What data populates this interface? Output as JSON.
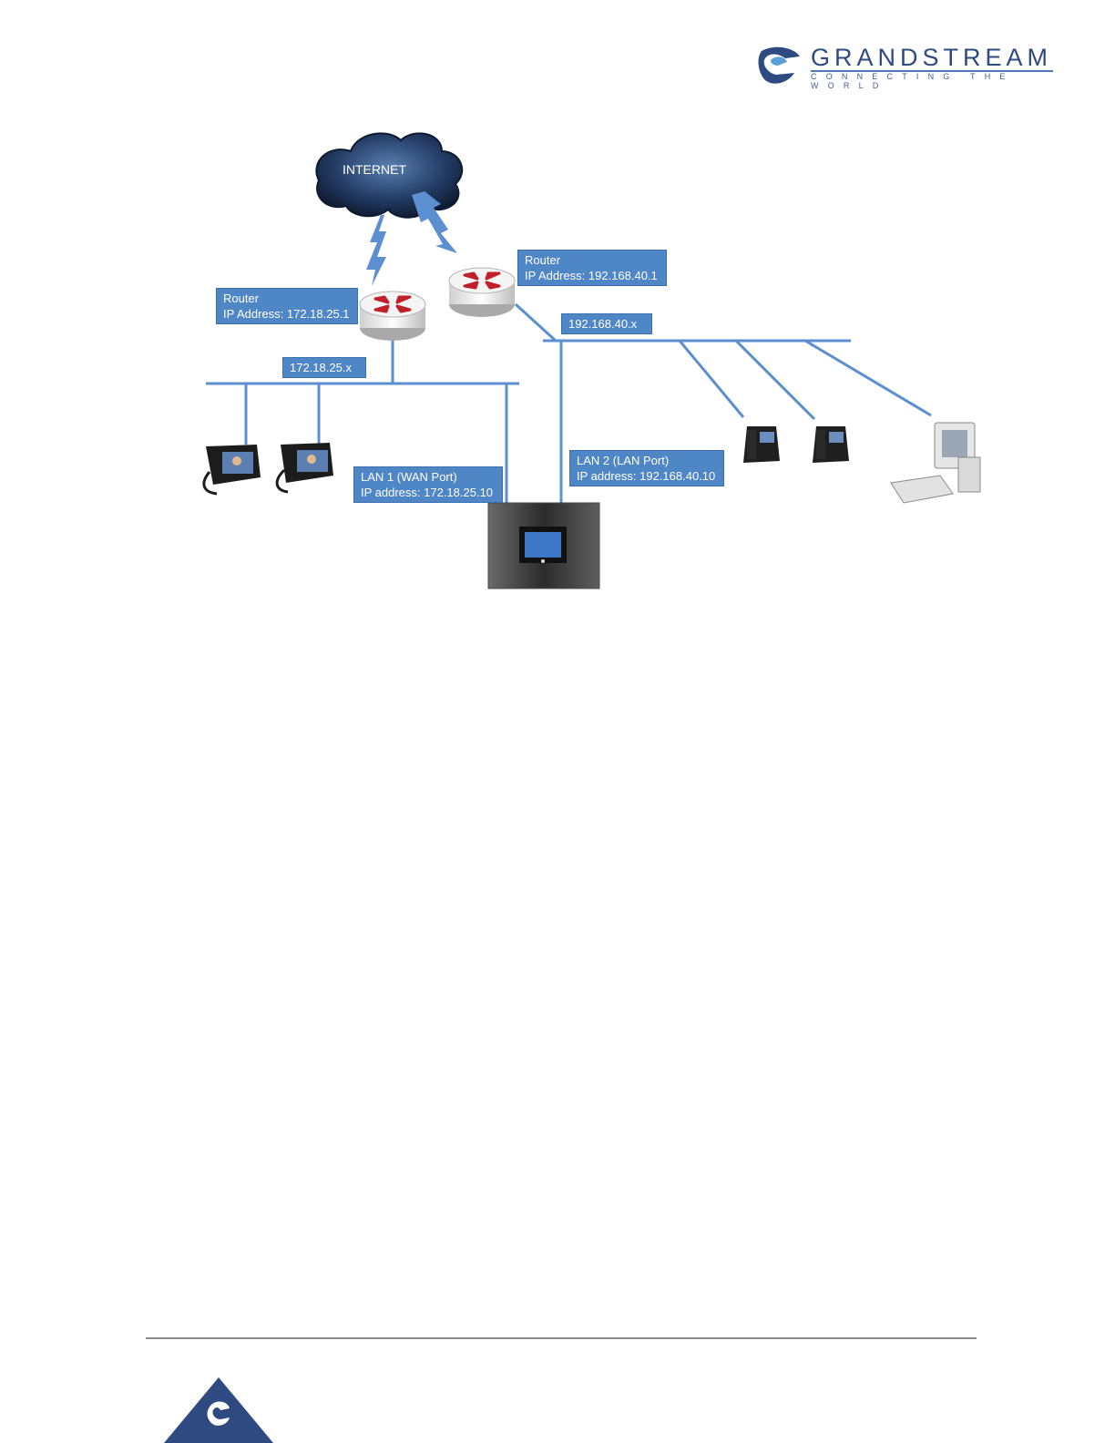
{
  "brand": {
    "name": "GRANDSTREAM",
    "tagline": "CONNECTING THE WORLD",
    "colors": {
      "primary": "#2f4a80",
      "accent": "#4c79b8"
    }
  },
  "diagram": {
    "internet": {
      "label": "INTERNET"
    },
    "router_left": {
      "title": "Router",
      "ip": "IP Address: 172.18.25.1"
    },
    "router_right": {
      "title": "Router",
      "ip": "IP Address: 192.168.40.1"
    },
    "subnet_left": "172.18.25.x",
    "subnet_right": "192.168.40.x",
    "lan1": {
      "title": "LAN 1 (WAN Port)",
      "ip": "IP address: 172.18.25.10"
    },
    "lan2": {
      "title": "LAN 2 (LAN Port)",
      "ip": "IP address: 192.168.40.10"
    },
    "devices": {
      "video_phones": 2,
      "desk_phones": 2,
      "computers": 1
    },
    "colors": {
      "line": "#5b8fd0",
      "label_bg": "#4f86c6",
      "router_arrow": "#c0202a"
    }
  }
}
